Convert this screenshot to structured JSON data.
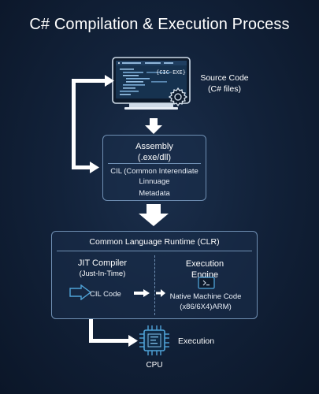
{
  "title": "C# Compilation & Execution Process",
  "source": {
    "label_line1": "Source Code",
    "label_line2": "(C# files)",
    "monitor_tag": "{CIC-EXE}"
  },
  "assembly": {
    "title_line1": "Assembly",
    "title_line2": "(.exe/dll)",
    "cil_line1": "CIL (Common Interendiate",
    "cil_line2": "Linnuage",
    "metadata": "Metadata"
  },
  "clr": {
    "title": "Common Language Runtime (CLR)",
    "jit_line1": "JIT Compiler",
    "jit_line2": "(Just-In-Time)",
    "cil_code": "CIL Code",
    "engine_line1": "Execution",
    "engine_line2": "Engine",
    "native_line1": "Native Machine Code",
    "native_line2": "(x86/6X4)ARM)"
  },
  "execution": {
    "label": "Execution",
    "cpu": "CPU"
  },
  "colors": {
    "background": "#12223a",
    "box_border": "#6f8fb3",
    "accent": "#4fa3d8",
    "arrow": "#ffffff"
  },
  "icons": [
    "monitor-code-icon",
    "gear-icon",
    "window-icon",
    "cpu-chip-icon"
  ]
}
